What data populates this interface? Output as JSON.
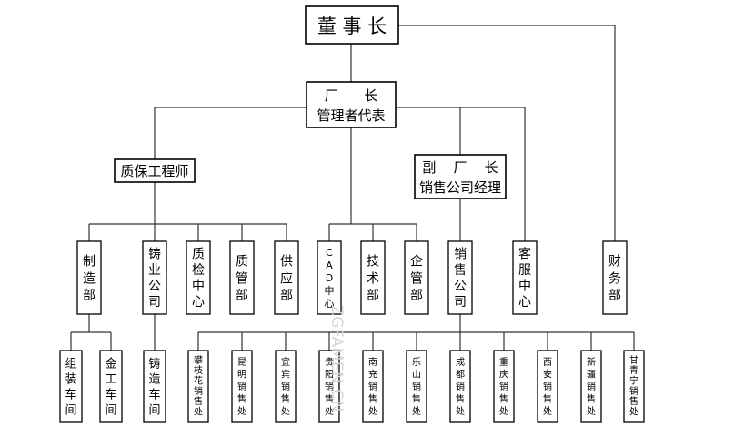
{
  "org": {
    "chairman": "董 事 长",
    "factory_director_title": "厂      长",
    "factory_director_subtitle": "管理者代表",
    "qa_engineer": "质保工程师",
    "deputy_director_title": "副    厂    长",
    "deputy_director_subtitle": "销售公司经理",
    "finance": "财务部",
    "qa_departments": [
      "制造部",
      "铸业公司",
      "质检中心",
      "质管部",
      "供应部"
    ],
    "director_departments": [
      "CAD中心",
      "技术部",
      "企管部"
    ],
    "sales_departments": [
      "销售公司",
      "客服中心"
    ],
    "manufacturing_workshops": [
      "组装车间",
      "金工车间"
    ],
    "casting_workshops": [
      "铸造车间"
    ],
    "sales_offices": [
      "攀枝花销售处",
      "昆明销售处",
      "宜宾销售处",
      "贵阳销售处",
      "南充销售处",
      "乐山销售处",
      "成都销售处",
      "重庆销售处",
      "西安销售处",
      "新疆销售处",
      "甘青宁销售处"
    ]
  },
  "watermark": "ZGFAMEN.CN"
}
